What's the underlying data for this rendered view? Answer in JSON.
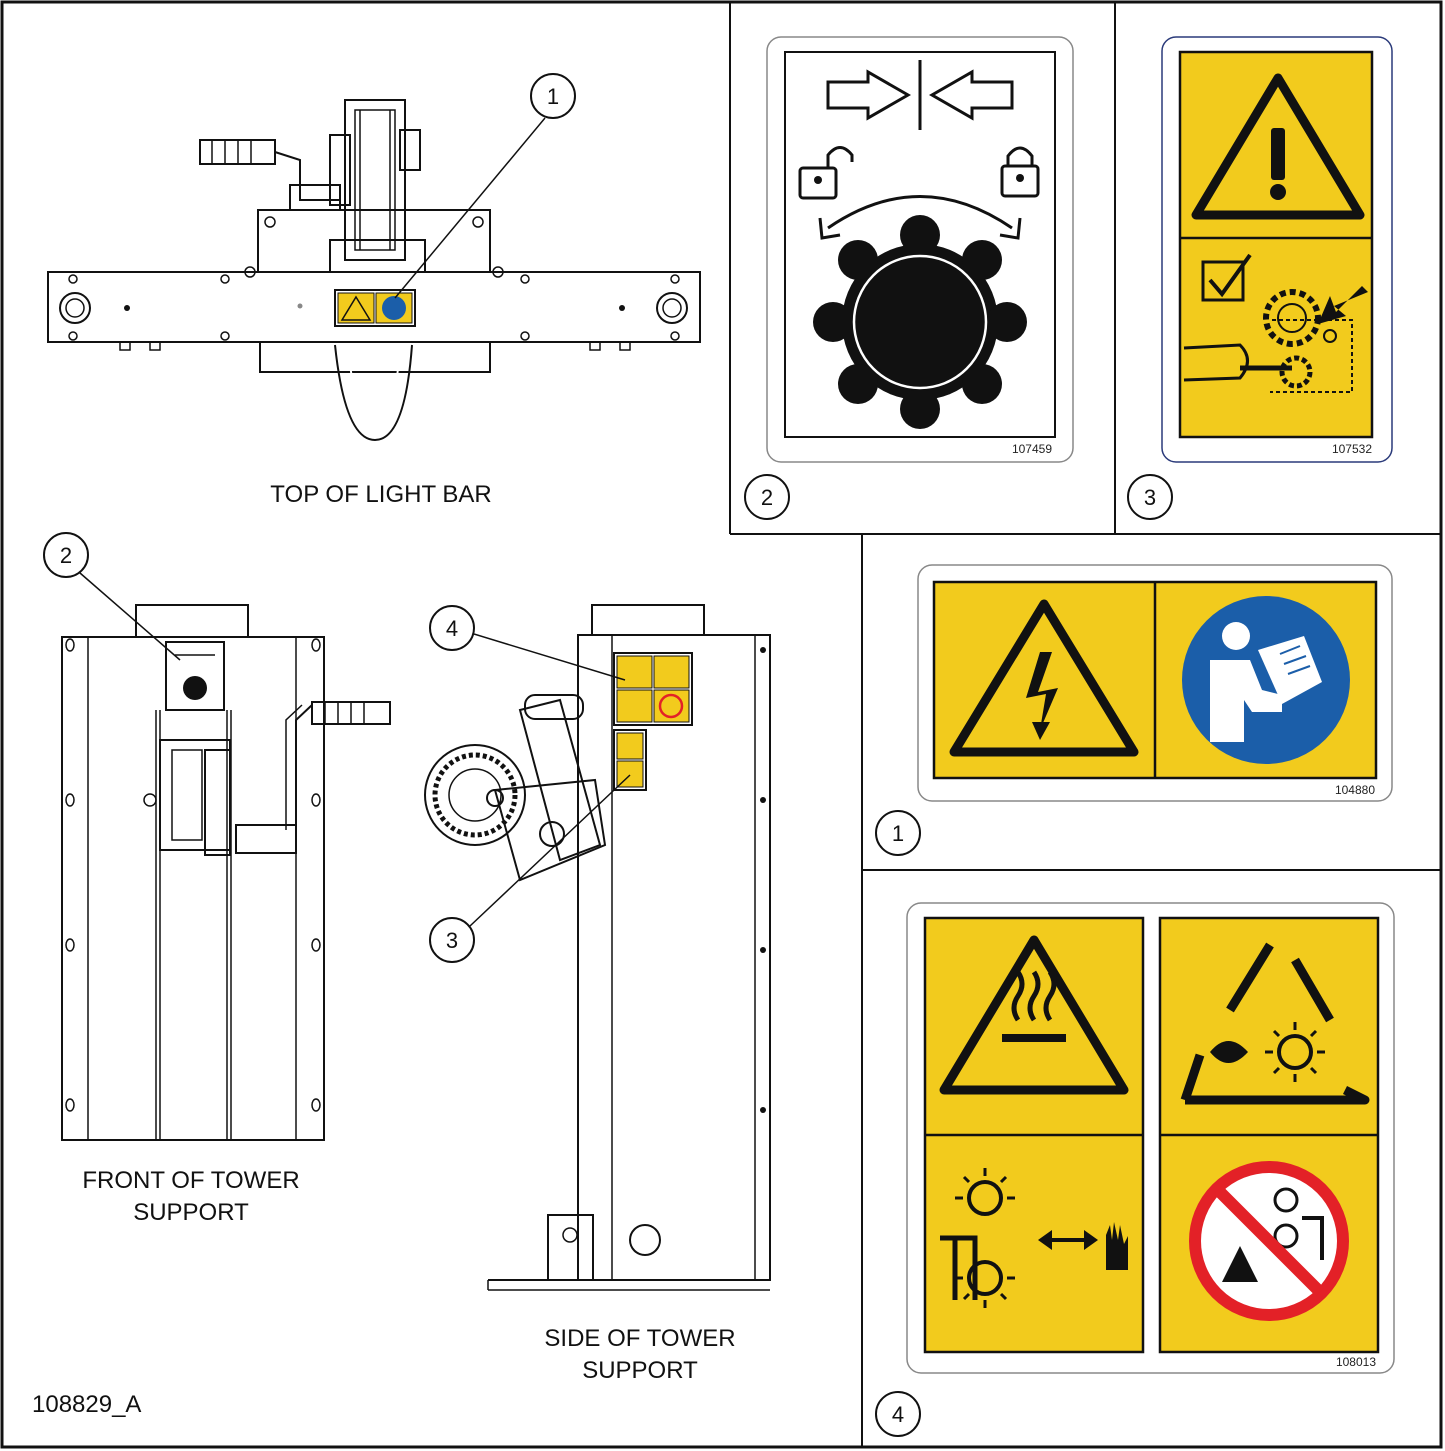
{
  "drawing_id": "108829_A",
  "views": {
    "light_bar": {
      "caption": "TOP OF LIGHT BAR"
    },
    "front_tower": {
      "caption_line1": "FRONT OF TOWER",
      "caption_line2": "SUPPORT"
    },
    "side_tower": {
      "caption_line1": "SIDE OF TOWER",
      "caption_line2": "SUPPORT"
    }
  },
  "callouts": [
    {
      "number": "1"
    },
    {
      "number": "2"
    },
    {
      "number": "4"
    },
    {
      "number": "3"
    }
  ],
  "decals": [
    {
      "number": "2",
      "part_no": "107459",
      "icons": [
        "squeeze-arrows-icon",
        "unlock-icon",
        "lock-icon",
        "rotation-arrow-icon",
        "knob-icon"
      ]
    },
    {
      "number": "3",
      "part_no": "107532",
      "icons": [
        "warning-triangle-icon",
        "checkbox-icon",
        "gear-pinch-icon"
      ],
      "color": "#f2cb1d"
    },
    {
      "number": "1",
      "part_no": "104880",
      "icons": [
        "electric-shock-icon",
        "read-manual-icon"
      ],
      "colors": {
        "yellow": "#f2cb1d",
        "blue": "#1b5ea9"
      }
    },
    {
      "number": "4",
      "part_no": "108013",
      "icons": [
        "hot-surface-icon",
        "eye-light-hazard-icon",
        "pinch-hand-icon",
        "no-look-icon"
      ],
      "colors": {
        "yellow": "#f2cb1d",
        "red": "#e32127"
      }
    }
  ]
}
